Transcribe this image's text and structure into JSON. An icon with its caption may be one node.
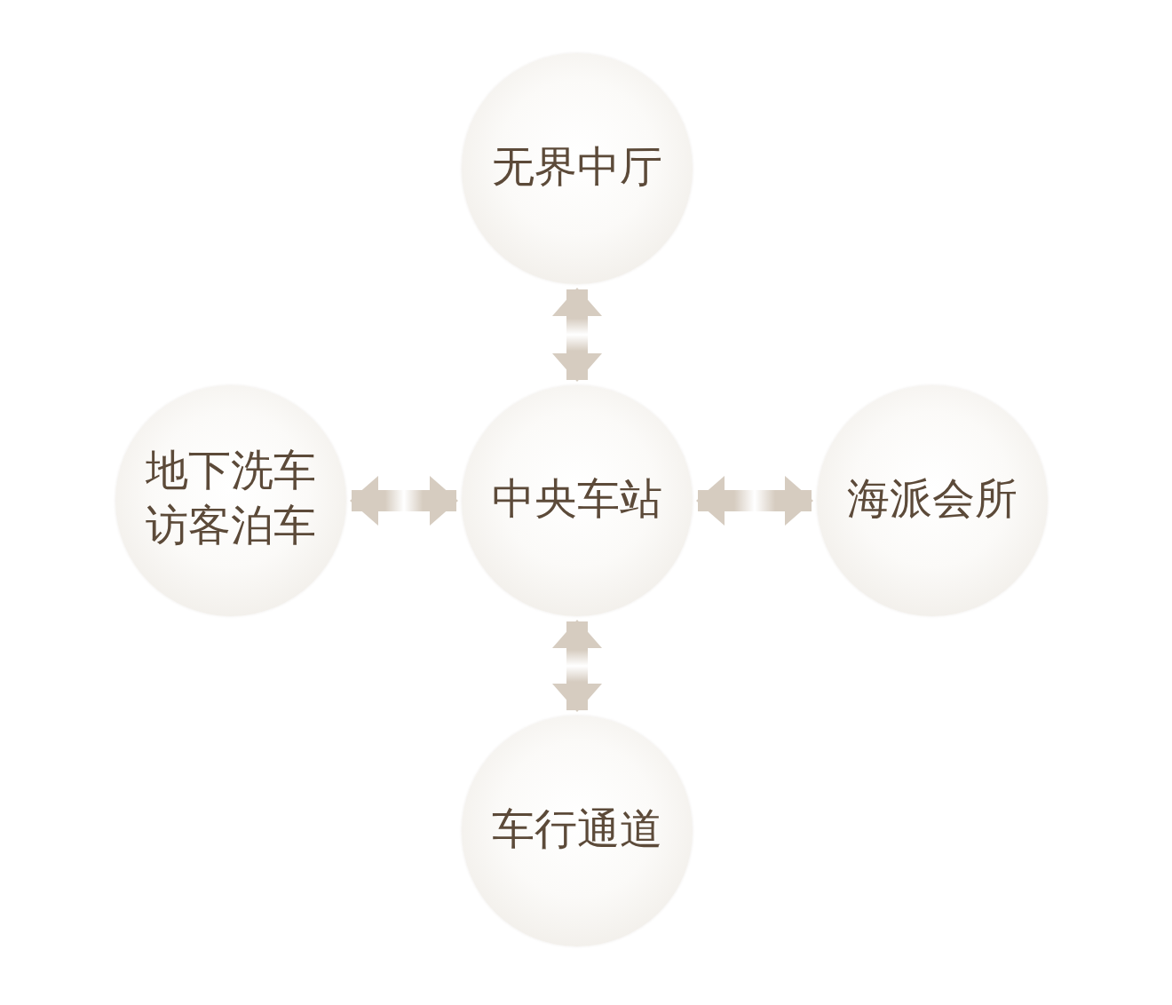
{
  "diagram": {
    "nodes": [
      {
        "text": [
          "无界中厅"
        ]
      },
      {
        "text": [
          "地下洗车",
          "访客泊车"
        ]
      },
      {
        "text": [
          "中央车站"
        ]
      },
      {
        "text": [
          "海派会所"
        ]
      },
      {
        "text": [
          "车行通道"
        ]
      }
    ],
    "edges": [
      {
        "from": 2,
        "to": 0,
        "arrow": "both"
      },
      {
        "from": 2,
        "to": 1,
        "arrow": "both"
      },
      {
        "from": 2,
        "to": 3,
        "arrow": "both"
      },
      {
        "from": 2,
        "to": 4,
        "arrow": "both"
      }
    ]
  }
}
